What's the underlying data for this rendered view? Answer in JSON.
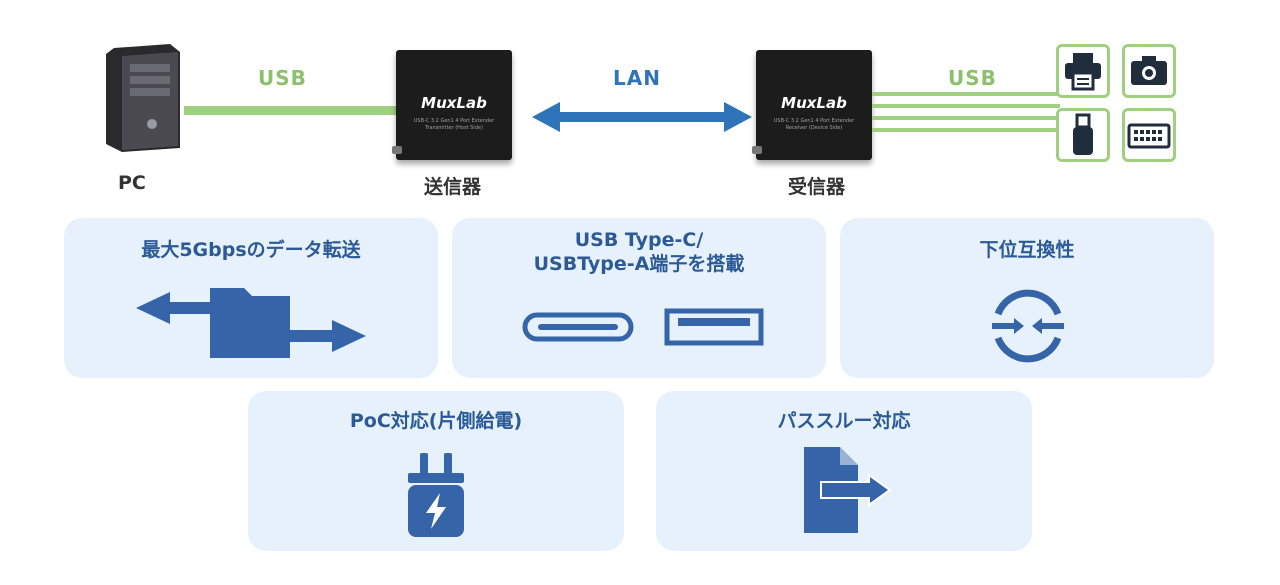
{
  "diagram": {
    "pc_label": "PC",
    "transmitter_label": "送信器",
    "receiver_label": "受信器",
    "usb_left_label": "USB",
    "lan_label": "LAN",
    "usb_right_label": "USB",
    "brand": "MuxLab",
    "transmitter_subtext": "USB-C 3.2 Gen1 4 Port Extender Transmitter (Host Side)",
    "receiver_subtext": "USB-C 3.2 Gen1 4 Port Extender Receiver (Device Side)",
    "peripherals": [
      "printer-icon",
      "camera-icon",
      "usb-stick-icon",
      "keyboard-icon"
    ],
    "colors": {
      "usb_green": "#9fd07f",
      "lan_blue": "#2f73b8",
      "card_bg": "#e7f1fb",
      "icon_blue": "#3565a8"
    }
  },
  "features": [
    {
      "title": "最大5Gbpsのデータ転送",
      "icon": "file-transfer-icon"
    },
    {
      "title_line1": "USB Type-C/",
      "title_line2": "USBType-A端子を搭載",
      "icon": "usb-ports-icon"
    },
    {
      "title": "下位互換性",
      "icon": "compatibility-icon"
    },
    {
      "title": "PoC対応(片側給電)",
      "icon": "charger-icon"
    },
    {
      "title": "パススルー対応",
      "icon": "pass-through-icon"
    }
  ]
}
